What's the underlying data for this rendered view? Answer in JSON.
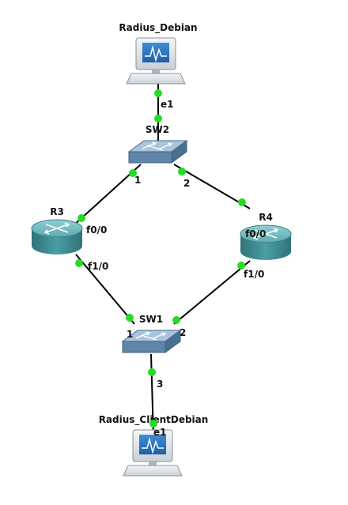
{
  "accent_colors": {
    "port_dot": "#22dd22",
    "router": "#3b8f96",
    "switch": "#5f86a8"
  },
  "nodes": {
    "radius_debian": {
      "label": "Radius_Debian",
      "icon": "computer-icon"
    },
    "sw2": {
      "label": "SW2",
      "icon": "switch-icon"
    },
    "r3": {
      "label": "R3",
      "icon": "router-icon"
    },
    "r4": {
      "label": "R4",
      "icon": "router-icon"
    },
    "sw1": {
      "label": "SW1",
      "icon": "switch-icon"
    },
    "radius_client": {
      "label": "Radius_ClientDebian",
      "icon": "computer-icon"
    }
  },
  "ports": {
    "debian_e1": "e1",
    "sw2_p1": "1",
    "sw2_p2": "2",
    "r3_f00": "f0/0",
    "r3_f10": "f1/0",
    "r4_f00": "f0/0",
    "r4_f10": "f1/0",
    "sw1_p1": "1",
    "sw1_p2": "2",
    "sw1_p3": "3",
    "client_e1": "e1"
  }
}
